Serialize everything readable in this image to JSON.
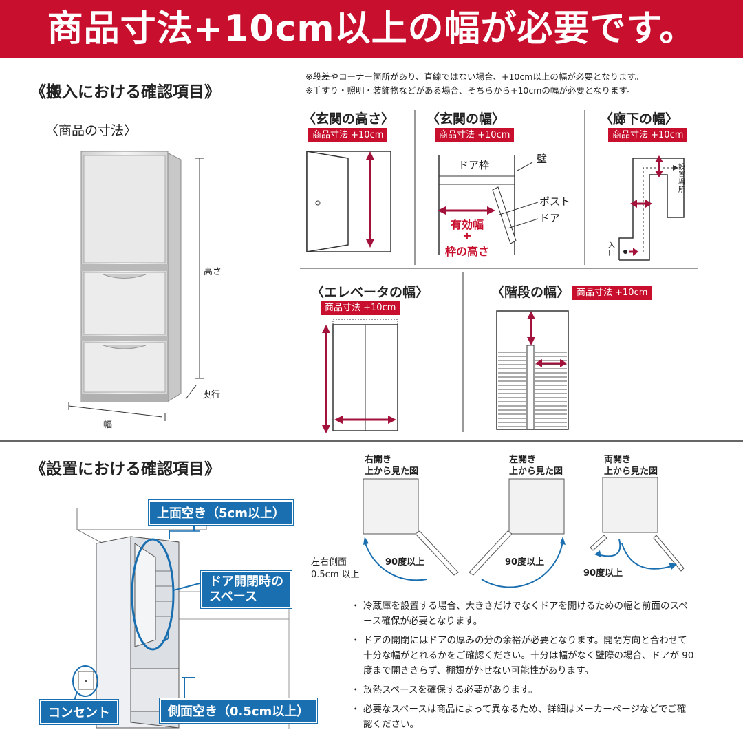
{
  "banner": {
    "title": "商品寸法+10cm以上の幅が必要です。"
  },
  "delivery": {
    "title": "《搬入における確認項目》",
    "notes": [
      "※段差やコーナー箇所があり、直線ではない場合、+10cm以上の幅が必要となります。",
      "※手すり・照明・装飾物などがある場合、そちらから+10cmの幅が必要となります。"
    ],
    "product_size": {
      "title": "〈商品の寸法〉",
      "height": "高さ",
      "depth": "奥行",
      "width": "幅"
    },
    "entrance_height": {
      "title": "〈玄関の高さ〉",
      "tag": "商品寸法 +10cm"
    },
    "entrance_width": {
      "title": "〈玄関の幅〉",
      "tag": "商品寸法 +10cm",
      "door_frame": "ドア枠",
      "wall": "壁",
      "post": "ポスト",
      "door": "ドア",
      "effective_width": "有効幅",
      "plus": "+",
      "frame_height": "枠の高さ"
    },
    "hallway_width": {
      "title": "〈廊下の幅〉",
      "tag": "商品寸法 +10cm",
      "install_place": "設置場所",
      "entrance": "入口"
    },
    "elevator_width": {
      "title": "〈エレベータの幅〉",
      "tag": "商品寸法 +10cm"
    },
    "stairs_width": {
      "title": "〈階段の幅〉",
      "tag": "商品寸法 +10cm"
    }
  },
  "installation": {
    "title": "《設置における確認項目》",
    "labels": {
      "top_space": "上面空き（5cm以上）",
      "door_space_1": "ドア開閉時の",
      "door_space_2": "スペース",
      "outlet": "コンセント",
      "side_space": "側面空き（0.5cm以上）"
    },
    "views": [
      {
        "title1": "右開き",
        "title2": "上から見た図",
        "angle": "90度以上"
      },
      {
        "title1": "左開き",
        "title2": "上から見た図",
        "angle": "90度以上"
      },
      {
        "title1": "両開き",
        "title2": "上から見た図",
        "angle": "90度以上"
      }
    ],
    "side_gap_1": "左右側面",
    "side_gap_2": "0.5cm 以上",
    "bullets": [
      "冷蔵庫を設置する場合、大きさだけでなくドアを開けるための幅と前面のスペース確保が必要となります。",
      "ドアの開閉にはドアの厚みの分の余裕が必要となります。開閉方向と合わせて十分な幅がとれるかをご確認ください。十分は幅がなく壁際の場合、ドアが 90 度まで開ききらず、棚類が外せない可能性があります。",
      "放熱スペースを確保する必要があります。",
      "必要なスペースは商品によって異なるため、詳細はメーカーページなどでご確認ください。"
    ]
  },
  "colors": {
    "brand_red": "#c8102e",
    "accent_blue": "#1a6fb0",
    "arrow_red": "#a3123a"
  }
}
